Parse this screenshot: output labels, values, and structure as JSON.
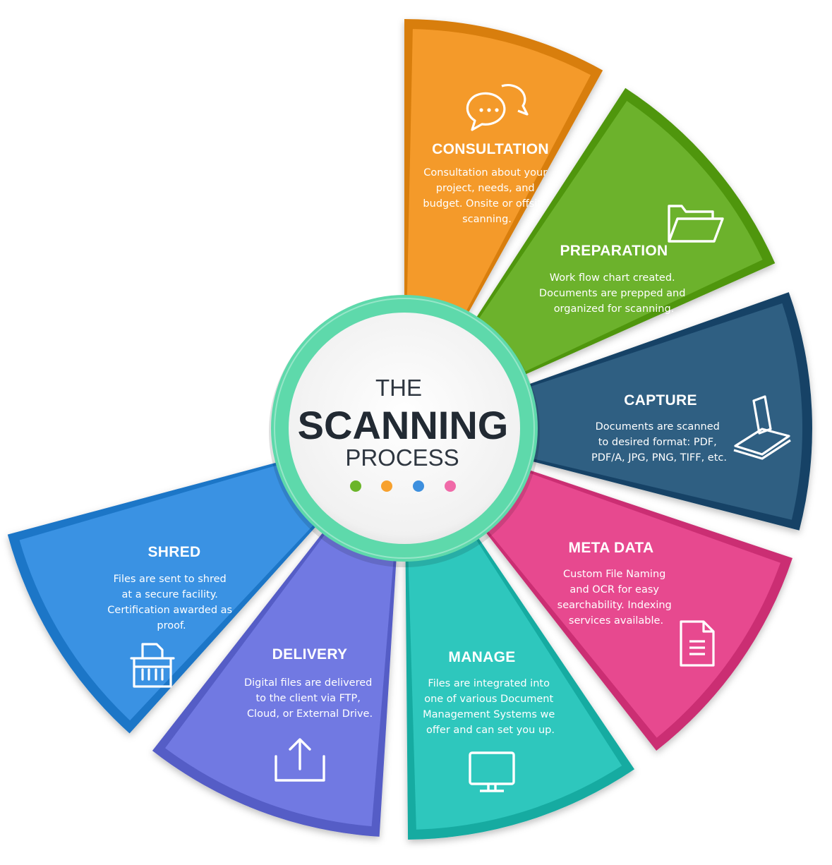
{
  "hub": {
    "line1": "THE",
    "line2": "SCANNING",
    "line3": "PROCESS",
    "dot_colors": [
      "#6bb52a",
      "#f7a12e",
      "#3d8fde",
      "#f06aa8"
    ],
    "ring_color": "#5ed9ab"
  },
  "segments": [
    {
      "id": "consultation",
      "title": "CONSULTATION",
      "description": [
        "Consultation about your",
        "project, needs, and",
        "budget. Onsite or offsite",
        "scanning."
      ],
      "icon": "chat-bubbles-icon",
      "color": "#f49a2a"
    },
    {
      "id": "preparation",
      "title": "PREPARATION",
      "description": [
        "Work flow chart created.",
        "Documents are prepped and",
        "organized for scanning."
      ],
      "icon": "folder-icon",
      "color": "#6cb22c"
    },
    {
      "id": "capture",
      "title": "CAPTURE",
      "description": [
        "Documents are scanned",
        "to desired format: PDF,",
        "PDF/A, JPG, PNG, TIFF, etc."
      ],
      "icon": "scanner-icon",
      "color": "#2f5f82"
    },
    {
      "id": "meta-data",
      "title": "META DATA",
      "description": [
        "Custom File Naming",
        "and OCR for easy",
        "searchability. Indexing",
        "services available."
      ],
      "icon": "document-icon",
      "color": "#e7498f"
    },
    {
      "id": "manage",
      "title": "MANAGE",
      "description": [
        "Files are integrated into",
        "one of various Document",
        "Management Systems we",
        "offer and can set you up."
      ],
      "icon": "monitor-icon",
      "color": "#2ec7bd"
    },
    {
      "id": "delivery",
      "title": "DELIVERY",
      "description": [
        "Digital files are delivered",
        "to the client via FTP,",
        "Cloud, or External Drive."
      ],
      "icon": "upload-icon",
      "color": "#7179e2"
    },
    {
      "id": "shred",
      "title": "SHRED",
      "description": [
        "Files are sent to shred",
        "at a secure facility.",
        "Certification awarded as",
        "proof."
      ],
      "icon": "shredder-icon",
      "color": "#3a92e3"
    }
  ]
}
